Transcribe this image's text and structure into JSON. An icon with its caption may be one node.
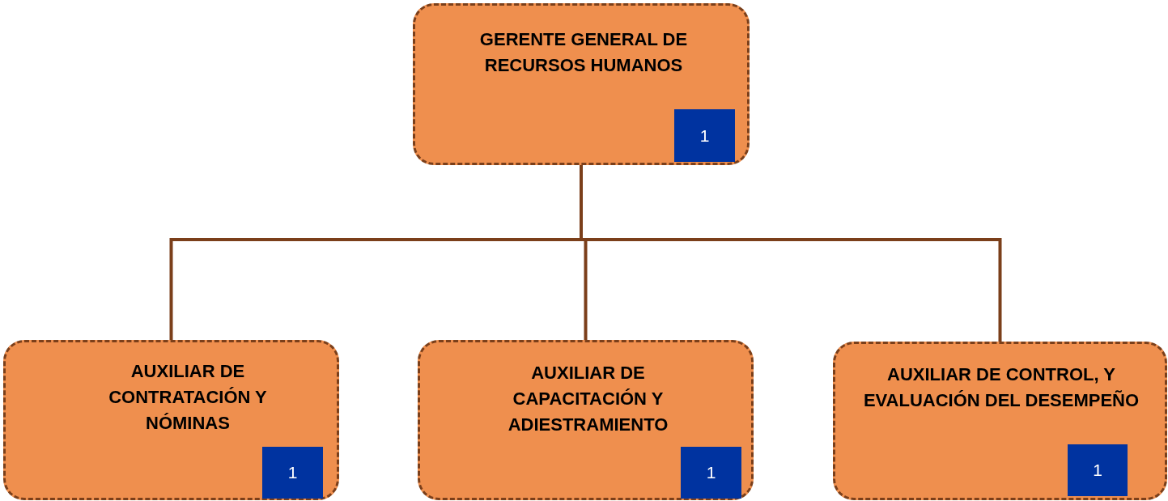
{
  "diagram": {
    "nodes": [
      {
        "text": [
          "GERENTE GENERAL DE RECURSOS HUMANOS"
        ]
      },
      {
        "text": [
          "1"
        ],
        "in": 0
      },
      {
        "text": [
          "AUXILIAR DE CONTRATACIÓN Y NÓMINAS"
        ]
      },
      {
        "text": [
          "1"
        ],
        "in": 2
      },
      {
        "text": [
          "AUXILIAR DE CAPACITACIÓN Y ADIESTRAMIENTO"
        ]
      },
      {
        "text": [
          "1"
        ],
        "in": 4
      },
      {
        "text": [
          "AUXILIAR DE CONTROL, Y EVALUACIÓN DEL DESEMPEÑO"
        ]
      },
      {
        "text": [
          "1"
        ],
        "in": 6
      }
    ],
    "edges": [
      {
        "from": 0,
        "to": 2,
        "arrow": "none"
      },
      {
        "from": 0,
        "to": 4,
        "arrow": "none"
      },
      {
        "from": 0,
        "to": 6,
        "arrow": "none"
      }
    ]
  }
}
